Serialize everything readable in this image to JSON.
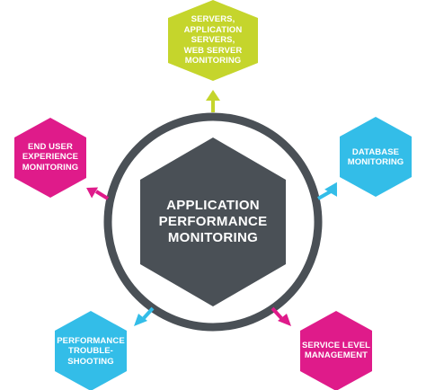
{
  "center": {
    "lines": [
      "APPLICATION",
      "PERFORMANCE",
      "MONITORING"
    ]
  },
  "nodes": {
    "top": {
      "lines": [
        "SERVERS,",
        "APPLICATION",
        "SERVERS,",
        "WEB SERVER",
        "MONITORING"
      ]
    },
    "right": {
      "lines": [
        "DATABASE",
        "MONITORING"
      ]
    },
    "bottom_right": {
      "lines": [
        "SERVICE LEVEL",
        "MANAGEMENT"
      ]
    },
    "bottom_left": {
      "lines": [
        "PERFORMANCE",
        "TROUBLE-",
        "SHOOTING"
      ]
    },
    "left": {
      "lines": [
        "END USER",
        "EXPERIENCE",
        "MONITORING"
      ]
    }
  },
  "colors": {
    "center_fill": "#4a5056",
    "ring": "#4a5056",
    "yellow_green": "#c5d52c",
    "cyan": "#33bde8",
    "magenta": "#df1b8a",
    "text": "#ffffff"
  }
}
